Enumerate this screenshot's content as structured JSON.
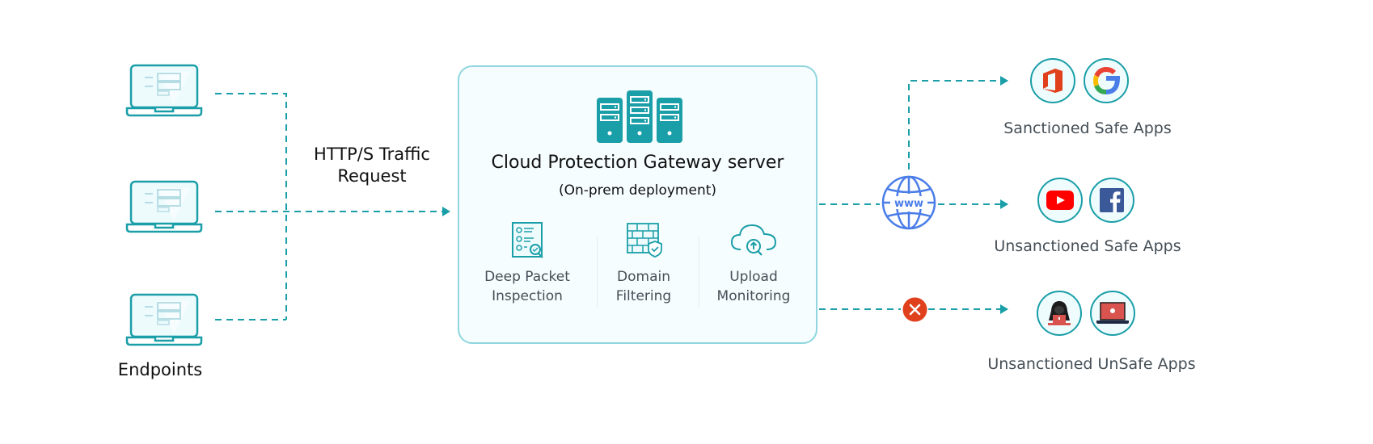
{
  "endpoints": {
    "label": "Endpoints",
    "devices": [
      {
        "icon": "laptop-icon"
      },
      {
        "icon": "laptop-icon"
      },
      {
        "icon": "laptop-icon"
      }
    ]
  },
  "traffic": {
    "line1": "HTTP/S Traffic",
    "line2": "Request"
  },
  "gateway": {
    "icon": "server-rack-icon",
    "title": "Cloud Protection Gateway server",
    "subtitle": "(On-prem deployment)",
    "features": [
      {
        "icon": "checklist-inspect-icon",
        "label": "Deep Packet\nInspection"
      },
      {
        "icon": "firewall-shield-icon",
        "label": "Domain\nFiltering"
      },
      {
        "icon": "cloud-upload-search-icon",
        "label": "Upload\nMonitoring"
      }
    ]
  },
  "internet": {
    "icon": "globe-www-icon",
    "text": "www"
  },
  "blocked": {
    "icon": "blocked-x-icon"
  },
  "destinations": [
    {
      "label": "Sanctioned Safe Apps",
      "apps": [
        "microsoft-office-icon",
        "google-icon"
      ]
    },
    {
      "label": "Unsanctioned Safe Apps",
      "apps": [
        "youtube-icon",
        "facebook-icon"
      ]
    },
    {
      "label": "Unsanctioned UnSafe Apps",
      "apps": [
        "hacker-icon",
        "infected-laptop-icon"
      ]
    }
  ],
  "colors": {
    "teal": "#1a9ea8",
    "box_border": "#8fd6de",
    "globe_blue": "#4a7de8",
    "block_red": "#e0401c"
  }
}
